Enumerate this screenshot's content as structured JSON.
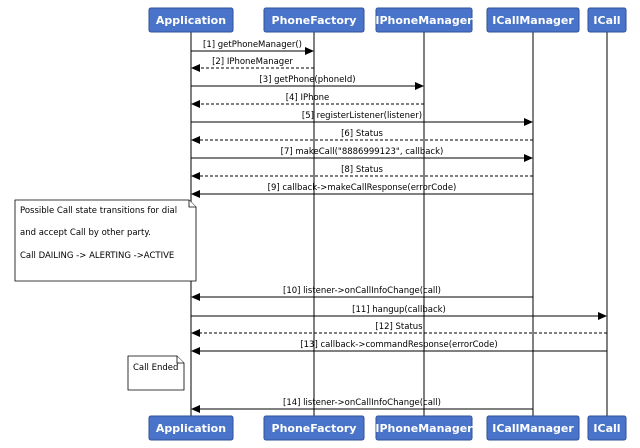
{
  "actors": [
    {
      "id": "app",
      "label": "Application"
    },
    {
      "id": "pf",
      "label": "PhoneFactory"
    },
    {
      "id": "ipm",
      "label": "IPhoneManager"
    },
    {
      "id": "icm",
      "label": "ICallManager"
    },
    {
      "id": "icall",
      "label": "ICall"
    }
  ],
  "messages": [
    {
      "from": "app",
      "to": "pf",
      "label": "[1] getPhoneManager()",
      "dashed": false
    },
    {
      "from": "pf",
      "to": "app",
      "label": "[2] IPhoneManager",
      "dashed": true
    },
    {
      "from": "app",
      "to": "ipm",
      "label": "[3] getPhone(phoneId)",
      "dashed": false
    },
    {
      "from": "ipm",
      "to": "app",
      "label": "[4] IPhone",
      "dashed": true
    },
    {
      "from": "app",
      "to": "icm",
      "label": "[5] registerListener(listener)",
      "dashed": false
    },
    {
      "from": "icm",
      "to": "app",
      "label": "[6] Status",
      "dashed": true
    },
    {
      "from": "app",
      "to": "icm",
      "label": "[7] makeCall(\"8886999123\", callback)",
      "dashed": false
    },
    {
      "from": "icm",
      "to": "app",
      "label": "[8] Status",
      "dashed": true
    },
    {
      "from": "icm",
      "to": "app",
      "label": "[9] callback->makeCallResponse(errorCode)",
      "dashed": false
    },
    {
      "from": "icm",
      "to": "app",
      "label": "[10] listener->onCallInfoChange(call)",
      "dashed": false
    },
    {
      "from": "app",
      "to": "icall",
      "label": "[11] hangup(callback)",
      "dashed": false
    },
    {
      "from": "icall",
      "to": "app",
      "label": "[12] Status",
      "dashed": true
    },
    {
      "from": "icall",
      "to": "app",
      "label": "[13] callback->commandResponse(errorCode)",
      "dashed": false
    },
    {
      "from": "icm",
      "to": "app",
      "label": "[14] listener->onCallInfoChange(call)",
      "dashed": false
    }
  ],
  "notes": [
    {
      "lines": [
        "Possible Call state transitions for dial",
        "and accept Call by other party.",
        "Call DAILING -> ALERTING ->ACTIVE"
      ]
    },
    {
      "lines": [
        "Call Ended"
      ]
    }
  ]
}
